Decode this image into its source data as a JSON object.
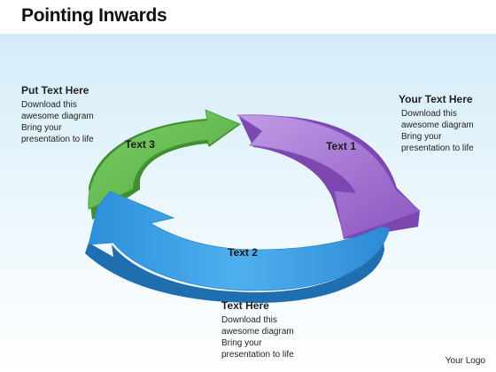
{
  "title": "Pointing Inwards",
  "segments": [
    {
      "label": "Text 1",
      "color": "#a97ad6"
    },
    {
      "label": "Text 2",
      "color": "#3a9ee0"
    },
    {
      "label": "Text 3",
      "color": "#6cc55a"
    }
  ],
  "blocks": {
    "left": {
      "heading": "Put Text Here",
      "lines": [
        "Download this",
        "awesome diagram",
        "Bring your",
        "presentation to life"
      ]
    },
    "right": {
      "heading": "Your Text Here",
      "lines": [
        "Download this",
        "awesome diagram",
        "Bring your",
        "presentation to life"
      ]
    },
    "bottom": {
      "heading": "Text Here",
      "lines": [
        "Download this",
        "awesome diagram",
        "Bring your",
        "presentation to life"
      ]
    }
  },
  "logo": "Your Logo"
}
